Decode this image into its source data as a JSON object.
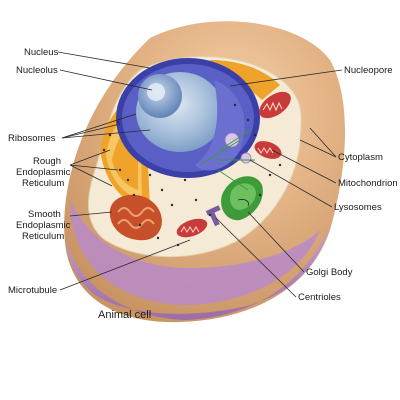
{
  "diagram": {
    "caption": "Animal cell",
    "labels": {
      "nucleus": "Nucleus",
      "nucleolus": "Nucleolus",
      "ribosomes": "Ribosomes",
      "rough_er_1": "Rough",
      "rough_er_2": "Endoplasmic",
      "rough_er_3": "Reticulum",
      "smooth_er_1": "Smooth",
      "smooth_er_2": "Endoplasmic",
      "smooth_er_3": "Reticulum",
      "microtubule": "Microtubule",
      "nucleopore": "Nucleopore",
      "cytoplasm": "Cytoplasm",
      "mitochondrion": "Mitochondrion",
      "lysosomes": "Lysosomes",
      "golgi_body": "Golgi Body",
      "centrioles": "Centrioles"
    },
    "colors": {
      "membrane_top": "#d9a36a",
      "membrane_bottom": "#b98ac9",
      "cytoplasm": "#f4ead6",
      "nucleus_envelope": "#3b3fa8",
      "nucleoplasm": "#9bb7d6",
      "nucleolus": "#6f93c2",
      "rough_er": "#f0a32a",
      "smooth_er": "#c6502a",
      "golgi": "#3f9a3a",
      "mitochondrion": "#c93a3a",
      "lysosome": "#d8c7e8"
    }
  }
}
